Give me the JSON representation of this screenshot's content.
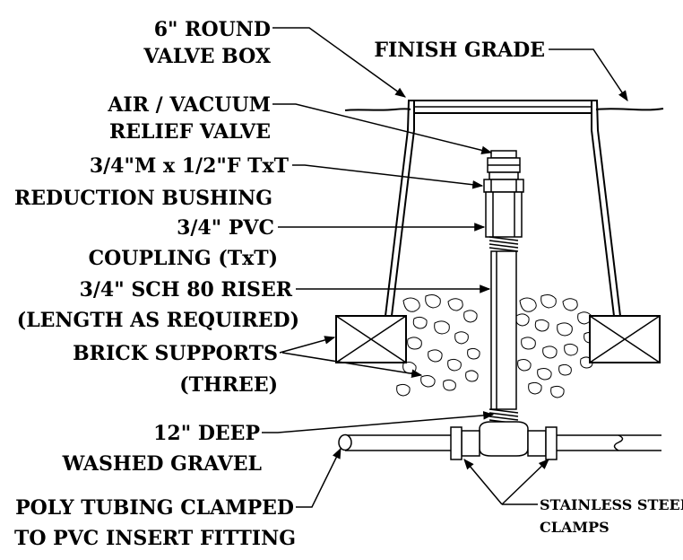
{
  "labels": {
    "valve_box_1": "6\" ROUND",
    "valve_box_2": "VALVE BOX",
    "finish_grade": "FINISH GRADE",
    "air_valve_1": "AIR / VACUUM",
    "air_valve_2": "RELIEF VALVE",
    "bushing_1": "3/4\"M x 1/2\"F TxT",
    "bushing_2": "REDUCTION BUSHING",
    "coupling_1": "3/4\" PVC",
    "coupling_2": "COUPLING (TxT)",
    "riser_1": "3/4\" SCH 80 RISER",
    "riser_2": "(LENGTH AS REQUIRED)",
    "brick_1": "BRICK SUPPORTS",
    "brick_2": "(THREE)",
    "gravel_1": "12\" DEEP",
    "gravel_2": "WASHED GRAVEL",
    "poly_1": "POLY TUBING CLAMPED",
    "poly_2": "TO PVC INSERT FITTING",
    "clamps_1": "STAINLESS STEEI",
    "clamps_2": "CLAMPS"
  }
}
